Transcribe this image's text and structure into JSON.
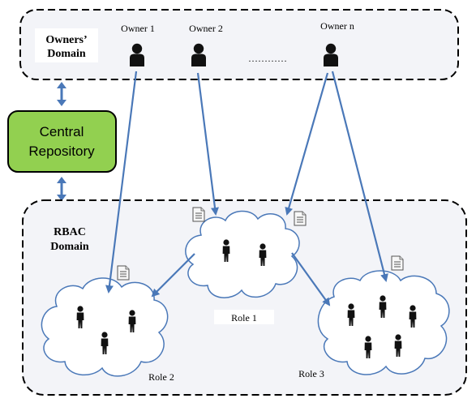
{
  "owners_domain": {
    "label_line1": "Owners’",
    "label_line2": "Domain",
    "owners": [
      "Owner 1",
      "Owner 2",
      "Owner n"
    ],
    "ellipsis": "…………"
  },
  "central_repository": {
    "label_line1": "Central",
    "label_line2": "Repository",
    "fill_color": "#92d050"
  },
  "rbac_domain": {
    "label_line1": "RBAC",
    "label_line2": "Domain",
    "roles": [
      "Role 1",
      "Role 2",
      "Role 3"
    ]
  },
  "colors": {
    "arrow": "#4a78b8",
    "person": "#111111",
    "panel_fill": "#f3f4f8",
    "dash_border": "#000000"
  },
  "icons": [
    "person-icon",
    "document-icon",
    "cloud-shape",
    "double-arrow"
  ]
}
